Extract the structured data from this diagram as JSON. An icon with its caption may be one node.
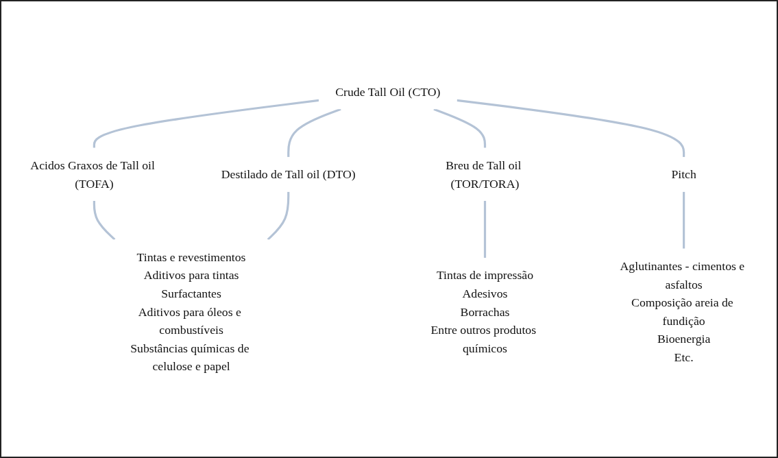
{
  "diagram": {
    "nodes": [
      {
        "text": [
          "Crude Tall Oil (CTO)"
        ]
      },
      {
        "text": [
          "Acidos Graxos de Tall oil (TOFA)"
        ]
      },
      {
        "text": [
          "Destilado de Tall oil (DTO)"
        ]
      },
      {
        "text": [
          "Breu de Tall oil (TOR/TORA)"
        ]
      },
      {
        "text": [
          "Pitch"
        ]
      },
      {
        "text": [
          "Tintas e revestimentos",
          "Aditivos para tintas",
          "Surfactantes",
          "Aditivos para óleos e combustíveis",
          "Substâncias químicas de celulose e papel"
        ]
      },
      {
        "text": [
          "Tintas de impressão",
          "Adesivos",
          "Borrachas",
          "Entre outros produtos químicos"
        ]
      },
      {
        "text": [
          "Aglutinantes - cimentos e asfaltos",
          "Composição areia de fundição",
          "Bioenergia",
          "Etc."
        ]
      }
    ],
    "edges": [
      {
        "from": 0,
        "to": 1,
        "arrow": "none"
      },
      {
        "from": 0,
        "to": 2,
        "arrow": "none"
      },
      {
        "from": 0,
        "to": 3,
        "arrow": "none"
      },
      {
        "from": 0,
        "to": 4,
        "arrow": "none"
      },
      {
        "from": 1,
        "to": 5,
        "arrow": "none"
      },
      {
        "from": 2,
        "to": 5,
        "arrow": "none"
      },
      {
        "from": 3,
        "to": 6,
        "arrow": "none"
      },
      {
        "from": 4,
        "to": 7,
        "arrow": "none"
      }
    ]
  }
}
